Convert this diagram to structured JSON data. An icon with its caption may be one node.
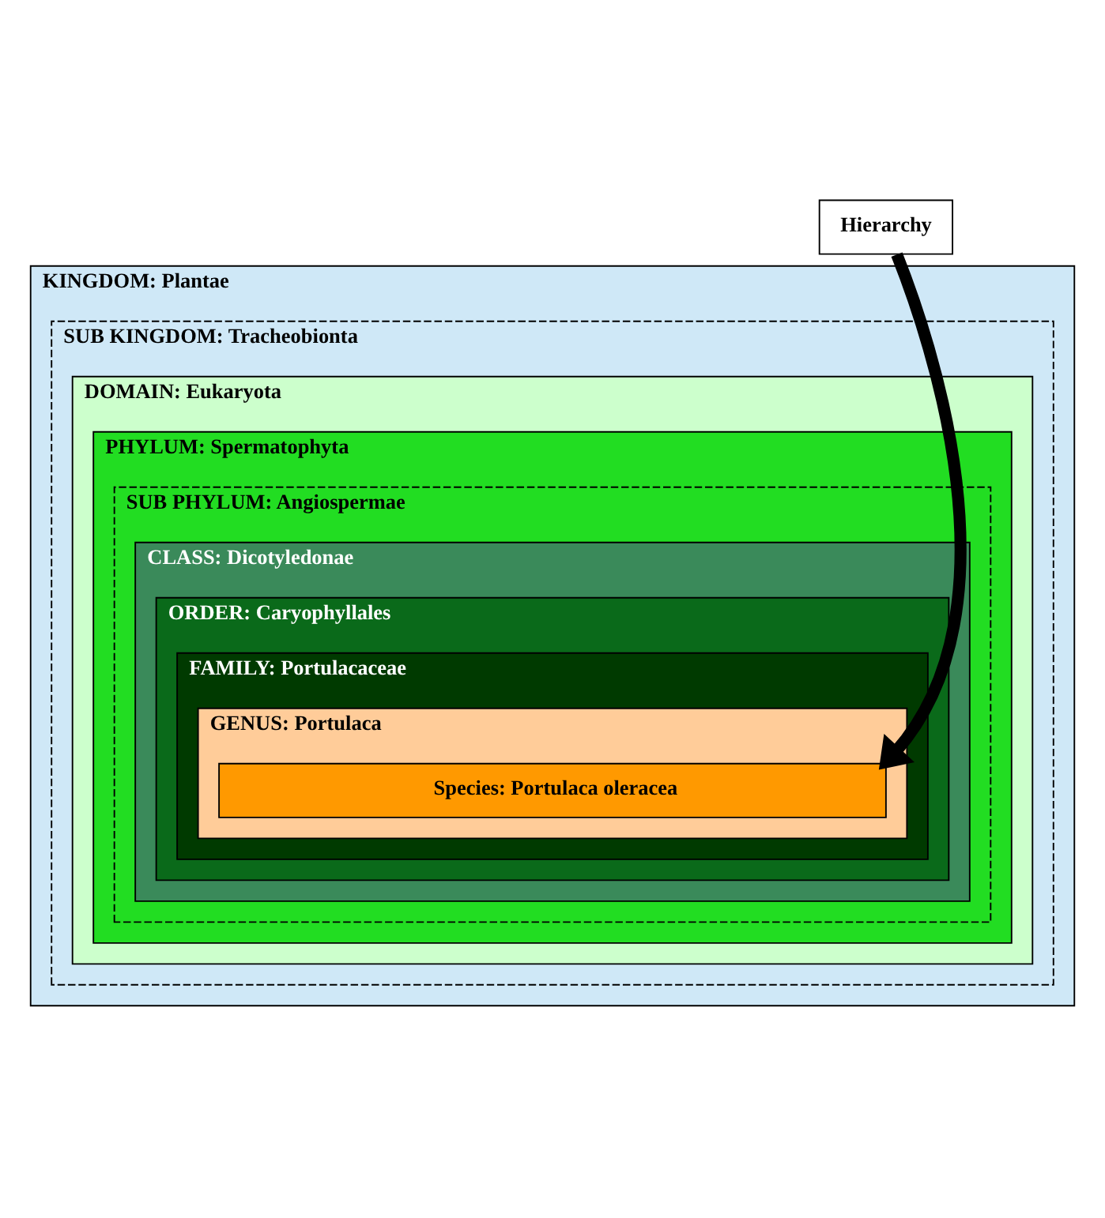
{
  "diagram": {
    "nodes": [
      {
        "text": [
          "Hierarchy"
        ]
      },
      {
        "text": [
          "KINGDOM: Plantae"
        ]
      },
      {
        "text": [
          "SUB KINGDOM: Tracheobionta"
        ],
        "in": 1
      },
      {
        "text": [
          "DOMAIN: Eukaryota"
        ],
        "in": 2
      },
      {
        "text": [
          "PHYLUM: Spermatophyta"
        ],
        "in": 3
      },
      {
        "text": [
          "SUB PHYLUM: Angiospermae"
        ],
        "in": 4
      },
      {
        "text": [
          "CLASS: Dicotyledonae"
        ],
        "in": 5
      },
      {
        "text": [
          "ORDER: Caryophyllales"
        ],
        "in": 6
      },
      {
        "text": [
          "FAMILY: Portulacaceae"
        ],
        "in": 7
      },
      {
        "text": [
          "GENUS: Portulaca"
        ],
        "in": 8
      },
      {
        "text": [
          "Species: Portulaca oleracea"
        ],
        "in": 9
      }
    ],
    "edges": [
      {
        "from": 0,
        "to": 10,
        "arrow": "to"
      }
    ]
  }
}
